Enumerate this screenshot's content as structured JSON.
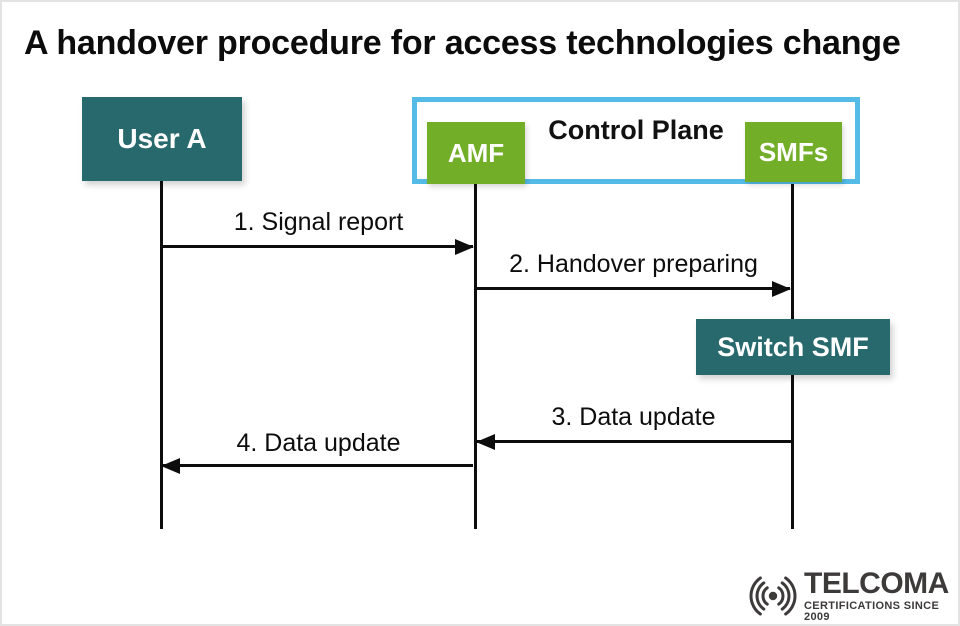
{
  "title": "A handover procedure for access technologies change",
  "actors": {
    "user_a": {
      "label": "User A"
    },
    "control_plane": {
      "label": "Control Plane"
    },
    "amf": {
      "label": "AMF"
    },
    "smfs": {
      "label": "SMFs"
    }
  },
  "messages": [
    {
      "label": "1. Signal report",
      "from": "User A",
      "to": "AMF",
      "direction": "right"
    },
    {
      "label": "2. Handover preparing",
      "from": "AMF",
      "to": "SMFs",
      "direction": "right"
    },
    {
      "label": "3. Data update",
      "from": "SMFs",
      "to": "AMF",
      "direction": "left"
    },
    {
      "label": "4. Data update",
      "from": "AMF",
      "to": "User A",
      "direction": "left"
    }
  ],
  "action_box": {
    "label": "Switch SMF"
  },
  "logo": {
    "brand": "TELCOMA",
    "tagline": "CERTIFICATIONS SINCE 2009"
  },
  "colors": {
    "teal": "#27696c",
    "green": "#73ae29",
    "control_plane_border": "#54bbe7",
    "ink": "#0d0d0d",
    "logo_gray": "#3d3a3a"
  }
}
